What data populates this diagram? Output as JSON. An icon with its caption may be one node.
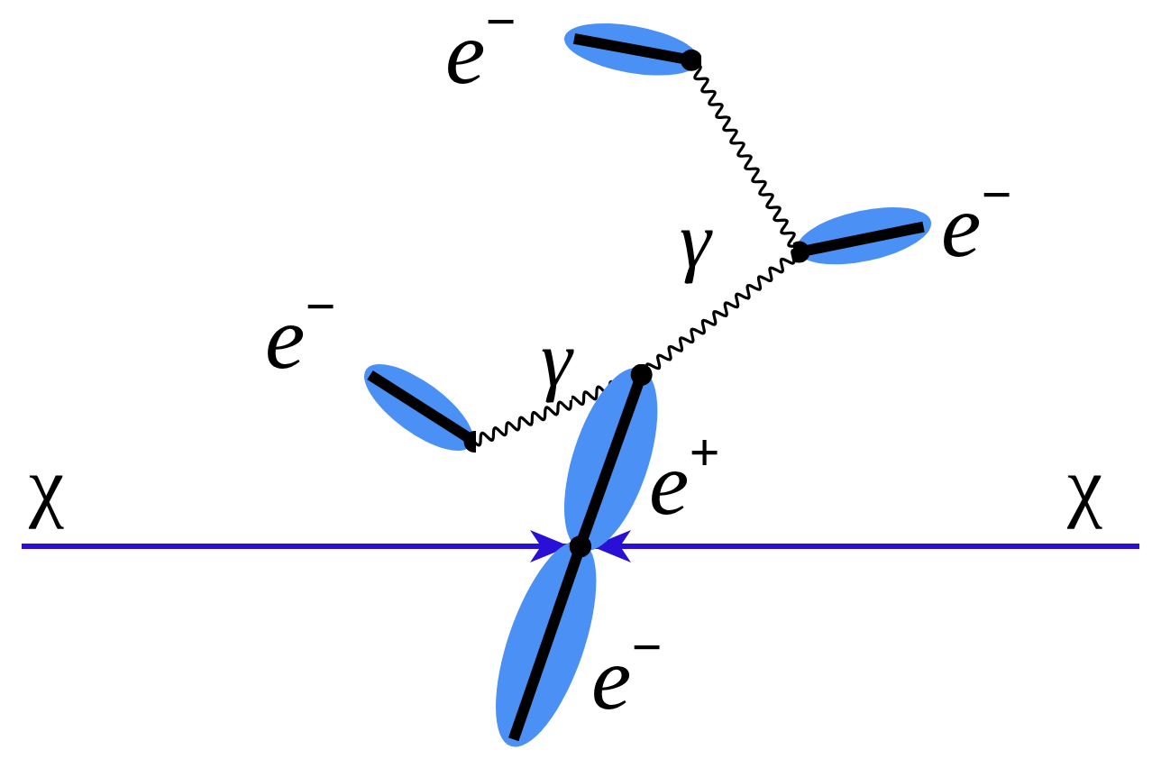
{
  "diagram": {
    "nodes": [
      {
        "text": [
          "e$^{−}$"
        ]
      },
      {
        "text": [
          "e$^{−}$"
        ]
      },
      {
        "text": [
          "e$^{−}$"
        ]
      },
      {
        "text": [
          "e$^{+}$"
        ]
      },
      {
        "text": [
          "e$^{−}$"
        ]
      },
      {
        "text": [],
        "shape": "circle"
      }
    ],
    "edges": [
      {
        "from": 0,
        "to": 1,
        "arrow": "none"
      },
      {
        "from": 1,
        "to": 3,
        "arrow": "none",
        "label": "γ"
      },
      {
        "from": 3,
        "to": 2,
        "arrow": "none",
        "label": "γ"
      },
      {
        "from": null,
        "to": 5,
        "arrow": "to",
        "label": "χ",
        "color": "#2a0fd6"
      },
      {
        "from": null,
        "to": 5,
        "arrow": "to",
        "label": "χ",
        "color": "#2a0fd6"
      }
    ]
  }
}
